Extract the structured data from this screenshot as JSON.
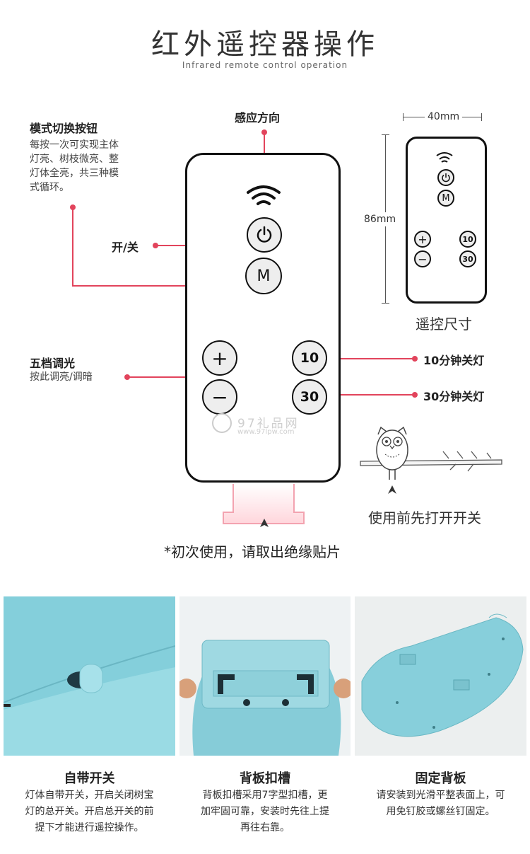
{
  "header": {
    "title": "红外遥控器操作",
    "subtitle": "Infrared remote control operation"
  },
  "annotations": {
    "sensor_direction": "感应方向",
    "mode_button_title": "模式切换按钮",
    "mode_button_desc": [
      "每按一次可实现主体",
      "灯亮、树枝微亮、整",
      "灯体全亮，共三种模",
      "式循环。"
    ],
    "power_label": "开/关",
    "dimming_title": "五档调光",
    "dimming_desc": "按此调亮/调暗",
    "timer_10": "10分钟关灯",
    "timer_30": "30分钟关灯",
    "first_use_note": "*初次使用，请取出绝缘贴片",
    "switch_note": "使用前先打开开关"
  },
  "remote": {
    "mode_key": "M",
    "plus_key": "+",
    "minus_key": "−",
    "key_10": "10",
    "key_30": "30"
  },
  "size": {
    "width": "40mm",
    "height": "86mm",
    "caption": "遥控尺寸"
  },
  "watermark": {
    "name": "97礼品网",
    "url": "www.97lpw.com"
  },
  "features": [
    {
      "title": "自带开关",
      "desc": [
        "灯体自带开关，开启关闭树宝",
        "灯的总开关。开启总开关的前",
        "提下才能进行遥控操作。"
      ]
    },
    {
      "title": "背板扣槽",
      "desc": [
        "背板扣槽采用7字型扣槽，更",
        "加牢固可靠，安装时先往上提",
        "再往右靠。"
      ]
    },
    {
      "title": "固定背板",
      "desc": [
        "请安装到光滑平整表面上，可",
        "用免钉胶或螺丝钉固定。"
      ]
    }
  ],
  "colors": {
    "accent": "#e2445c",
    "product_blue": "#8fd3de",
    "remote_key_bg": "#eeeeee"
  }
}
